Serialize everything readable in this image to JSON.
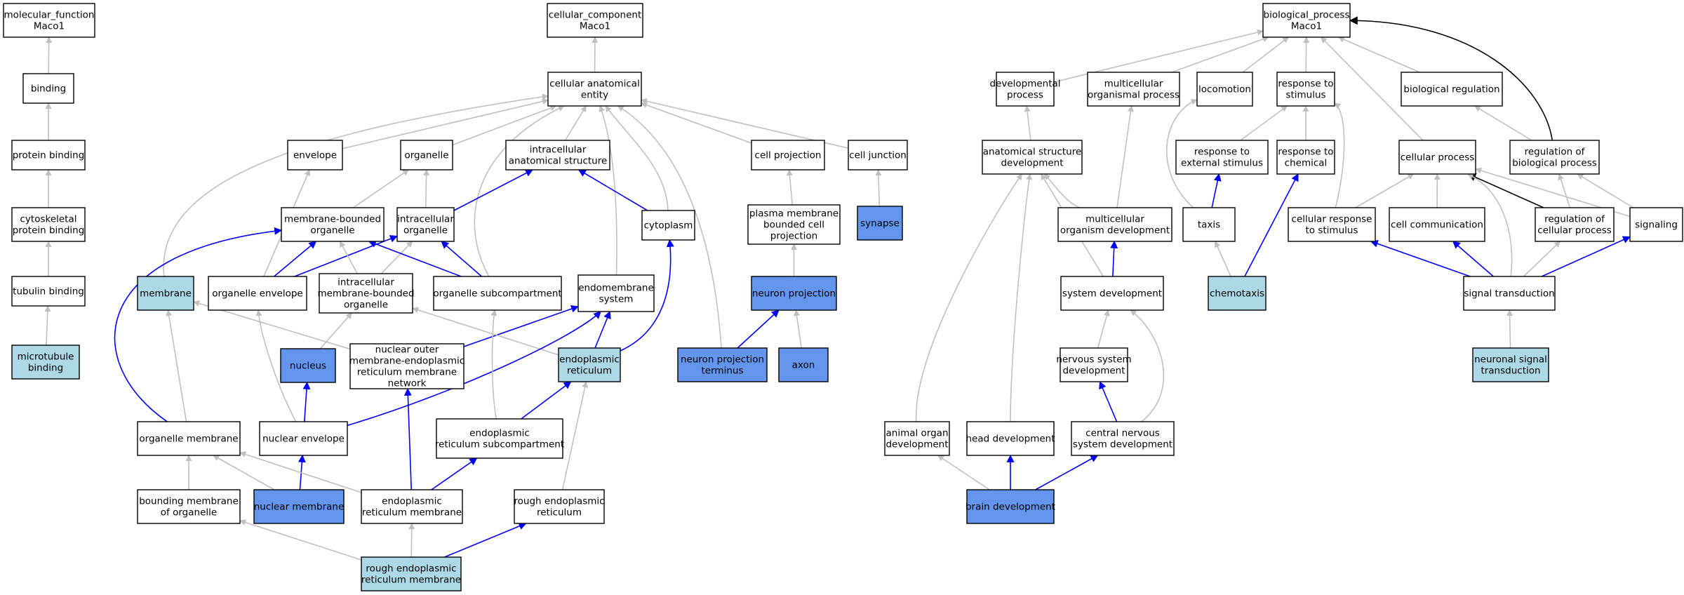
{
  "colors": {
    "plain": "#ffffff",
    "light": "#add8e6",
    "dark": "#6495ed",
    "edge_grey": "#c0c0c0",
    "edge_blue": "#0000ff",
    "edge_black": "#000000"
  },
  "nodes": [
    {
      "id": "mf_root",
      "lines": [
        "molecular_function",
        "Maco1"
      ],
      "fill": "plain"
    },
    {
      "id": "binding",
      "lines": [
        "binding"
      ],
      "fill": "plain"
    },
    {
      "id": "protein_binding",
      "lines": [
        "protein binding"
      ],
      "fill": "plain"
    },
    {
      "id": "cytoskeletal",
      "lines": [
        "cytoskeletal",
        "protein binding"
      ],
      "fill": "plain"
    },
    {
      "id": "tubulin",
      "lines": [
        "tubulin binding"
      ],
      "fill": "plain"
    },
    {
      "id": "microtubule",
      "lines": [
        "microtubule",
        "binding"
      ],
      "fill": "light"
    },
    {
      "id": "cc_root",
      "lines": [
        "cellular_component",
        "Maco1"
      ],
      "fill": "plain"
    },
    {
      "id": "cae",
      "lines": [
        "cellular anatomical",
        "entity"
      ],
      "fill": "plain"
    },
    {
      "id": "envelope",
      "lines": [
        "envelope"
      ],
      "fill": "plain"
    },
    {
      "id": "organelle",
      "lines": [
        "organelle"
      ],
      "fill": "plain"
    },
    {
      "id": "ias",
      "lines": [
        "intracellular",
        "anatomical structure"
      ],
      "fill": "plain"
    },
    {
      "id": "cell_projection",
      "lines": [
        "cell projection"
      ],
      "fill": "plain"
    },
    {
      "id": "cell_junction",
      "lines": [
        "cell junction"
      ],
      "fill": "plain"
    },
    {
      "id": "mbo",
      "lines": [
        "membrane-bounded",
        "organelle"
      ],
      "fill": "plain"
    },
    {
      "id": "io",
      "lines": [
        "intracellular",
        "organelle"
      ],
      "fill": "plain"
    },
    {
      "id": "cytoplasm",
      "lines": [
        "cytoplasm"
      ],
      "fill": "plain"
    },
    {
      "id": "pmbcp",
      "lines": [
        "plasma membrane",
        "bounded cell",
        "projection"
      ],
      "fill": "plain"
    },
    {
      "id": "synapse",
      "lines": [
        "synapse"
      ],
      "fill": "dark"
    },
    {
      "id": "membrane",
      "lines": [
        "membrane"
      ],
      "fill": "light"
    },
    {
      "id": "org_env",
      "lines": [
        "organelle envelope"
      ],
      "fill": "plain"
    },
    {
      "id": "imbo",
      "lines": [
        "intracellular",
        "membrane-bounded",
        "organelle"
      ],
      "fill": "plain"
    },
    {
      "id": "org_sub",
      "lines": [
        "organelle subcompartment"
      ],
      "fill": "plain"
    },
    {
      "id": "endomembrane",
      "lines": [
        "endomembrane",
        "system"
      ],
      "fill": "plain"
    },
    {
      "id": "neuron_projection",
      "lines": [
        "neuron projection"
      ],
      "fill": "dark"
    },
    {
      "id": "nucleus",
      "lines": [
        "nucleus"
      ],
      "fill": "dark"
    },
    {
      "id": "nomerm",
      "lines": [
        "nuclear outer",
        "membrane-endoplasmic",
        "reticulum membrane",
        "network"
      ],
      "fill": "plain"
    },
    {
      "id": "er",
      "lines": [
        "endoplasmic",
        "reticulum"
      ],
      "fill": "light"
    },
    {
      "id": "npt",
      "lines": [
        "neuron projection",
        "terminus"
      ],
      "fill": "dark"
    },
    {
      "id": "axon",
      "lines": [
        "axon"
      ],
      "fill": "dark"
    },
    {
      "id": "org_mem",
      "lines": [
        "organelle membrane"
      ],
      "fill": "plain"
    },
    {
      "id": "nuc_env",
      "lines": [
        "nuclear envelope"
      ],
      "fill": "plain"
    },
    {
      "id": "er_sub",
      "lines": [
        "endoplasmic",
        "reticulum subcompartment"
      ],
      "fill": "plain"
    },
    {
      "id": "bmo",
      "lines": [
        "bounding membrane",
        "of organelle"
      ],
      "fill": "plain"
    },
    {
      "id": "nuc_mem",
      "lines": [
        "nuclear membrane"
      ],
      "fill": "dark"
    },
    {
      "id": "er_mem",
      "lines": [
        "endoplasmic",
        "reticulum membrane"
      ],
      "fill": "plain"
    },
    {
      "id": "rough_er",
      "lines": [
        "rough endoplasmic",
        "reticulum"
      ],
      "fill": "plain"
    },
    {
      "id": "rough_er_mem",
      "lines": [
        "rough endoplasmic",
        "reticulum membrane"
      ],
      "fill": "light"
    },
    {
      "id": "bp_root",
      "lines": [
        "biological_process",
        "Maco1"
      ],
      "fill": "plain"
    },
    {
      "id": "dev_proc",
      "lines": [
        "developmental",
        "process"
      ],
      "fill": "plain"
    },
    {
      "id": "multi_proc",
      "lines": [
        "multicellular",
        "organismal process"
      ],
      "fill": "plain"
    },
    {
      "id": "locomotion",
      "lines": [
        "locomotion"
      ],
      "fill": "plain"
    },
    {
      "id": "resp_stim",
      "lines": [
        "response to",
        "stimulus"
      ],
      "fill": "plain"
    },
    {
      "id": "bio_reg",
      "lines": [
        "biological regulation"
      ],
      "fill": "plain"
    },
    {
      "id": "asd",
      "lines": [
        "anatomical structure",
        "development"
      ],
      "fill": "plain"
    },
    {
      "id": "resp_ext",
      "lines": [
        "response to",
        "external stimulus"
      ],
      "fill": "plain"
    },
    {
      "id": "resp_chem",
      "lines": [
        "response to",
        "chemical"
      ],
      "fill": "plain"
    },
    {
      "id": "cell_proc",
      "lines": [
        "cellular process"
      ],
      "fill": "plain"
    },
    {
      "id": "reg_bio",
      "lines": [
        "regulation of",
        "biological process"
      ],
      "fill": "plain"
    },
    {
      "id": "mod",
      "lines": [
        "multicellular",
        "organism development"
      ],
      "fill": "plain"
    },
    {
      "id": "taxis",
      "lines": [
        "taxis"
      ],
      "fill": "plain"
    },
    {
      "id": "cell_resp",
      "lines": [
        "cellular response",
        "to stimulus"
      ],
      "fill": "plain"
    },
    {
      "id": "cell_comm",
      "lines": [
        "cell communication"
      ],
      "fill": "plain"
    },
    {
      "id": "reg_cell",
      "lines": [
        "regulation of",
        "cellular process"
      ],
      "fill": "plain"
    },
    {
      "id": "signaling",
      "lines": [
        "signaling"
      ],
      "fill": "plain"
    },
    {
      "id": "sys_dev",
      "lines": [
        "system development"
      ],
      "fill": "plain"
    },
    {
      "id": "chemotaxis",
      "lines": [
        "chemotaxis"
      ],
      "fill": "light"
    },
    {
      "id": "sig_trans",
      "lines": [
        "signal transduction"
      ],
      "fill": "plain"
    },
    {
      "id": "nsd",
      "lines": [
        "nervous system",
        "development"
      ],
      "fill": "plain"
    },
    {
      "id": "nst",
      "lines": [
        "neuronal signal",
        "transduction"
      ],
      "fill": "light"
    },
    {
      "id": "aod",
      "lines": [
        "animal organ",
        "development"
      ],
      "fill": "plain"
    },
    {
      "id": "head_dev",
      "lines": [
        "head development"
      ],
      "fill": "plain"
    },
    {
      "id": "cnsd",
      "lines": [
        "central nervous",
        "system development"
      ],
      "fill": "plain"
    },
    {
      "id": "brain_dev",
      "lines": [
        "brain development"
      ],
      "fill": "dark"
    }
  ],
  "edges": [
    [
      "binding",
      "mf_root",
      "grey"
    ],
    [
      "protein_binding",
      "binding",
      "grey"
    ],
    [
      "cytoskeletal",
      "protein_binding",
      "grey"
    ],
    [
      "tubulin",
      "cytoskeletal",
      "grey"
    ],
    [
      "microtubule",
      "tubulin",
      "grey"
    ],
    [
      "cae",
      "cc_root",
      "grey"
    ],
    [
      "envelope",
      "cae",
      "grey"
    ],
    [
      "organelle",
      "cae",
      "grey"
    ],
    [
      "ias",
      "cae",
      "grey"
    ],
    [
      "cell_projection",
      "cae",
      "grey"
    ],
    [
      "cell_junction",
      "cae",
      "grey"
    ],
    [
      "membrane",
      "cae",
      "grey"
    ],
    [
      "org_sub",
      "cae",
      "grey"
    ],
    [
      "cytoplasm",
      "cae",
      "grey"
    ],
    [
      "endomembrane",
      "cae",
      "grey"
    ],
    [
      "npt",
      "cae",
      "grey"
    ],
    [
      "mbo",
      "organelle",
      "grey"
    ],
    [
      "io",
      "organelle",
      "grey"
    ],
    [
      "io",
      "ias",
      "blue"
    ],
    [
      "cytoplasm",
      "ias",
      "blue"
    ],
    [
      "pmbcp",
      "cell_projection",
      "grey"
    ],
    [
      "synapse",
      "cell_junction",
      "grey"
    ],
    [
      "org_env",
      "envelope",
      "grey"
    ],
    [
      "org_env",
      "mbo",
      "blue"
    ],
    [
      "org_env",
      "io",
      "blue"
    ],
    [
      "imbo",
      "mbo",
      "grey"
    ],
    [
      "imbo",
      "io",
      "grey"
    ],
    [
      "org_sub",
      "mbo",
      "blue"
    ],
    [
      "org_sub",
      "io",
      "blue"
    ],
    [
      "neuron_projection",
      "pmbcp",
      "grey"
    ],
    [
      "nucleus",
      "imbo",
      "grey"
    ],
    [
      "nomerm",
      "endomembrane",
      "blue"
    ],
    [
      "nomerm",
      "membrane",
      "grey"
    ],
    [
      "er",
      "endomembrane",
      "blue"
    ],
    [
      "er",
      "cytoplasm",
      "blue"
    ],
    [
      "er",
      "imbo",
      "grey"
    ],
    [
      "npt",
      "neuron_projection",
      "blue"
    ],
    [
      "axon",
      "neuron_projection",
      "grey"
    ],
    [
      "org_mem",
      "membrane",
      "grey"
    ],
    [
      "org_mem",
      "mbo",
      "blue"
    ],
    [
      "nuc_env",
      "org_env",
      "grey"
    ],
    [
      "nuc_env",
      "nucleus",
      "blue"
    ],
    [
      "nuc_env",
      "endomembrane",
      "blue"
    ],
    [
      "er_sub",
      "org_sub",
      "grey"
    ],
    [
      "er_sub",
      "er",
      "blue"
    ],
    [
      "bmo",
      "org_mem",
      "grey"
    ],
    [
      "nuc_mem",
      "org_mem",
      "grey"
    ],
    [
      "nuc_mem",
      "nuc_env",
      "blue"
    ],
    [
      "er_mem",
      "org_mem",
      "grey"
    ],
    [
      "er_mem",
      "nomerm",
      "blue"
    ],
    [
      "er_mem",
      "er_sub",
      "blue"
    ],
    [
      "rough_er",
      "er",
      "grey"
    ],
    [
      "rough_er_mem",
      "bmo",
      "grey"
    ],
    [
      "rough_er_mem",
      "er_mem",
      "grey"
    ],
    [
      "rough_er_mem",
      "rough_er",
      "blue"
    ],
    [
      "dev_proc",
      "bp_root",
      "grey"
    ],
    [
      "multi_proc",
      "bp_root",
      "grey"
    ],
    [
      "locomotion",
      "bp_root",
      "grey"
    ],
    [
      "resp_stim",
      "bp_root",
      "grey"
    ],
    [
      "bio_reg",
      "bp_root",
      "grey"
    ],
    [
      "cell_proc",
      "bp_root",
      "grey"
    ],
    [
      "reg_bio",
      "bp_root",
      "black"
    ],
    [
      "asd",
      "dev_proc",
      "grey"
    ],
    [
      "mod",
      "multi_proc",
      "grey"
    ],
    [
      "mod",
      "asd",
      "grey"
    ],
    [
      "resp_ext",
      "resp_stim",
      "grey"
    ],
    [
      "resp_chem",
      "resp_stim",
      "grey"
    ],
    [
      "cell_resp",
      "resp_stim",
      "grey"
    ],
    [
      "taxis",
      "locomotion",
      "grey"
    ],
    [
      "taxis",
      "resp_ext",
      "blue"
    ],
    [
      "reg_bio",
      "bio_reg",
      "grey"
    ],
    [
      "cell_resp",
      "cell_proc",
      "grey"
    ],
    [
      "cell_comm",
      "cell_proc",
      "grey"
    ],
    [
      "reg_cell",
      "cell_proc",
      "black"
    ],
    [
      "reg_cell",
      "reg_bio",
      "grey"
    ],
    [
      "signaling",
      "cell_proc",
      "grey"
    ],
    [
      "signaling",
      "reg_bio",
      "grey"
    ],
    [
      "sys_dev",
      "asd",
      "grey"
    ],
    [
      "sys_dev",
      "mod",
      "blue"
    ],
    [
      "chemotaxis",
      "taxis",
      "grey"
    ],
    [
      "chemotaxis",
      "resp_chem",
      "blue"
    ],
    [
      "sig_trans",
      "cell_resp",
      "blue"
    ],
    [
      "sig_trans",
      "cell_comm",
      "blue"
    ],
    [
      "sig_trans",
      "reg_cell",
      "grey"
    ],
    [
      "sig_trans",
      "signaling",
      "blue"
    ],
    [
      "sig_trans",
      "cell_proc",
      "grey"
    ],
    [
      "nst",
      "sig_trans",
      "grey"
    ],
    [
      "nsd",
      "sys_dev",
      "grey"
    ],
    [
      "cnsd",
      "nsd",
      "blue"
    ],
    [
      "cnsd",
      "sys_dev",
      "grey"
    ],
    [
      "aod",
      "asd",
      "grey"
    ],
    [
      "head_dev",
      "asd",
      "grey"
    ],
    [
      "brain_dev",
      "aod",
      "grey"
    ],
    [
      "brain_dev",
      "head_dev",
      "blue"
    ],
    [
      "brain_dev",
      "cnsd",
      "blue"
    ]
  ]
}
